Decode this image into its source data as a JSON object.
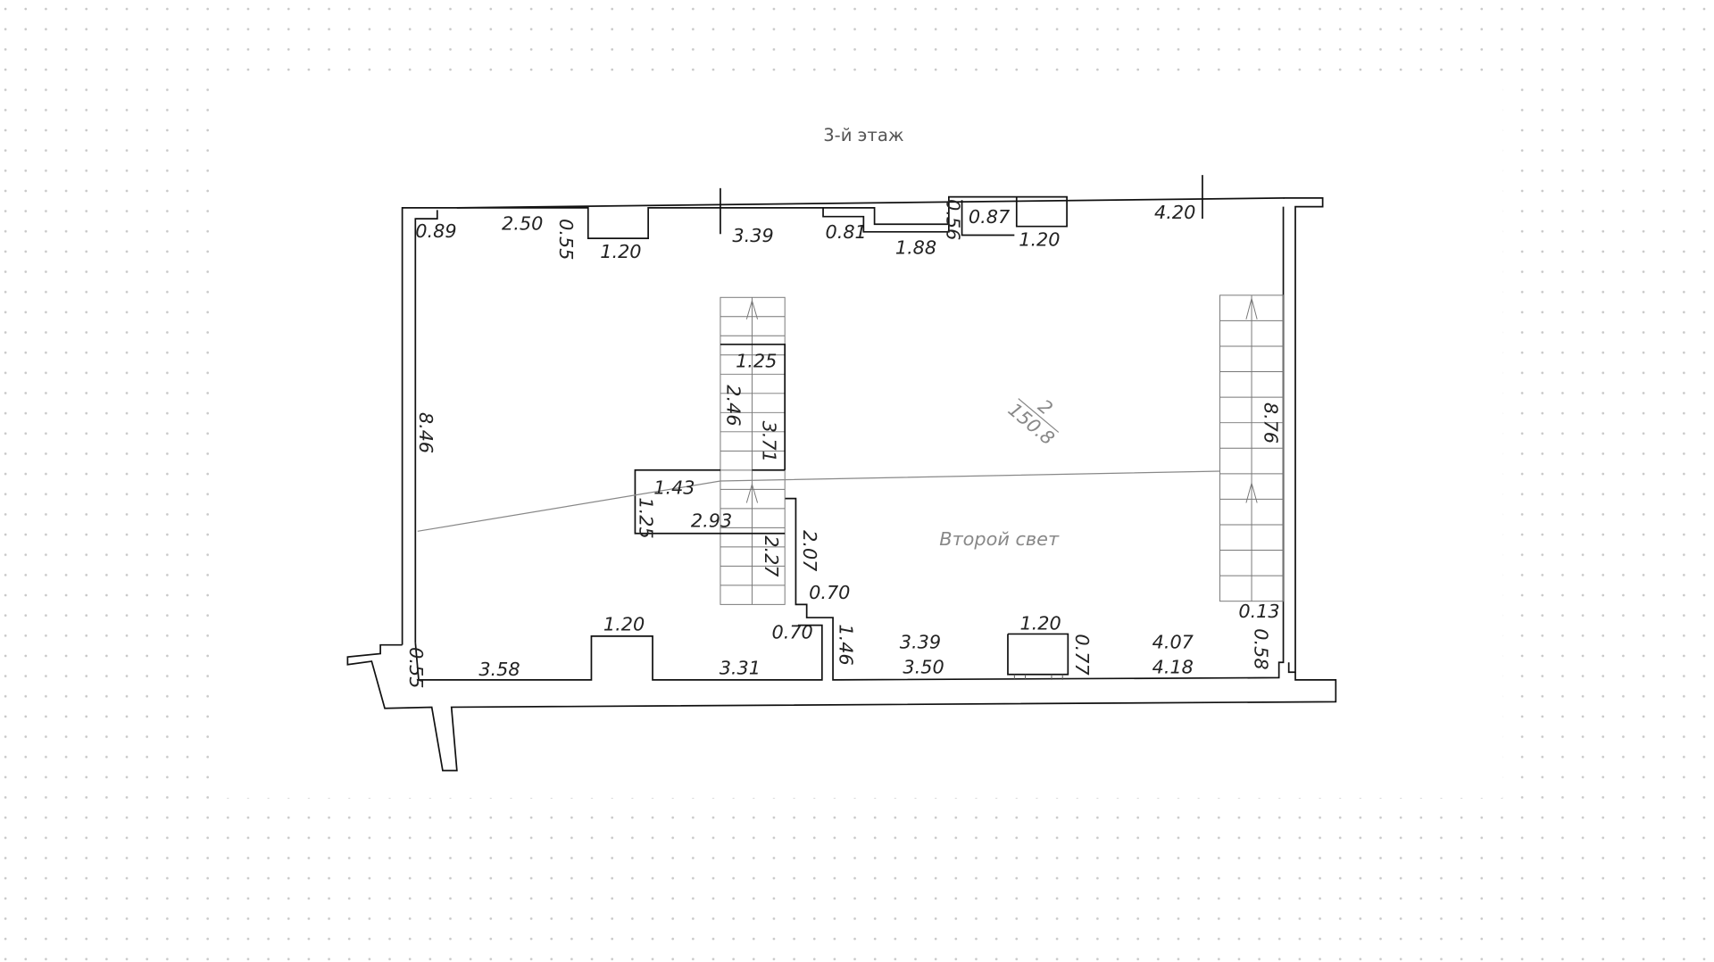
{
  "floor_title": "3-й этаж",
  "room": {
    "number": "2",
    "area": "150.8",
    "label": "Второй свет"
  },
  "dimensions": {
    "top": [
      "0.89",
      "2.50",
      "0.55",
      "1.20",
      "3.39",
      "0.81",
      "1.88",
      "0.56",
      "0.87",
      "1.20",
      "4.20"
    ],
    "stair": [
      "1.25",
      "2.46",
      "3.71",
      "1.43",
      "1.25",
      "2.93",
      "2.27",
      "2.07",
      "0.70",
      "8.76",
      "0.13"
    ],
    "left": [
      "8.46",
      "0.55"
    ],
    "bottom": [
      "1.20",
      "3.58",
      "3.31",
      "0.70",
      "1.46",
      "3.39",
      "3.50",
      "1.20",
      "0.77",
      "4.07",
      "4.18",
      "0.58"
    ]
  },
  "colors": {
    "wall": "#111111",
    "stair": "#777777",
    "dots": "#c8c8c8"
  }
}
